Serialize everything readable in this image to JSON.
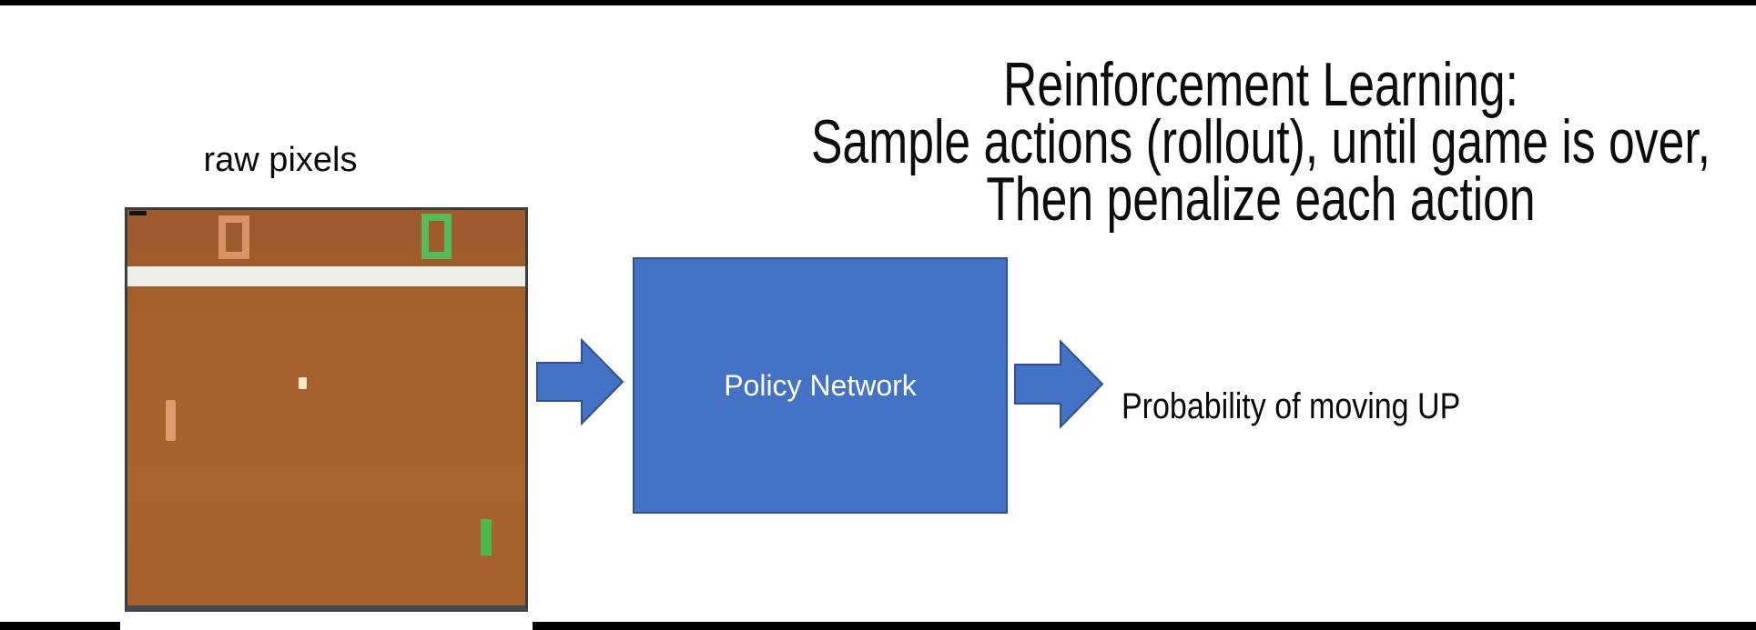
{
  "labels": {
    "raw_pixels": "raw pixels",
    "policy_network": "Policy Network",
    "probability": "Probability of moving UP"
  },
  "title": {
    "lines": [
      "Reinforcement Learning:",
      "Sample actions (rollout), until game is over,",
      "Then penalize each action"
    ]
  },
  "game": {
    "name": "pong-frame",
    "left_score": "0",
    "right_score": "0"
  },
  "colors": {
    "accent_blue": "#4472c4",
    "accent_blue_border": "#2f528f",
    "game_bg": "#a5602d",
    "game_band": "#f0eee9",
    "score_left": "#db9365",
    "score_right": "#56bc5a",
    "paddle_left": "#e39a6b",
    "paddle_right": "#4cb94f",
    "ball": "#f5e7c4"
  }
}
